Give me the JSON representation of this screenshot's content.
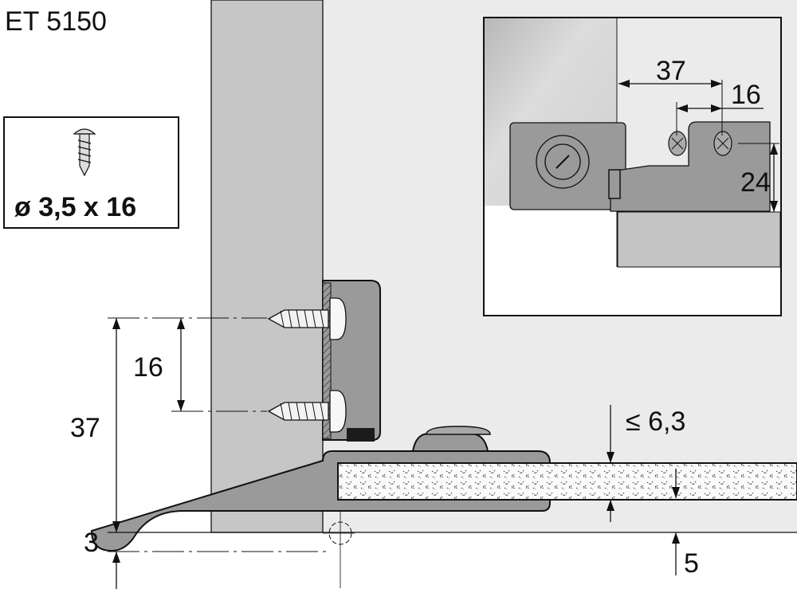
{
  "title": "ET 5150",
  "screw_spec": {
    "label": "ø 3,5 x 16",
    "icon": "screw-icon"
  },
  "side_view": {
    "dim_total": "37",
    "dim_spacing": "16",
    "dim_offset": "3",
    "dim_panel_thickness": "≤ 6,3",
    "dim_bottom": "5"
  },
  "inset_view": {
    "dim_total": "37",
    "dim_spacing": "16",
    "dim_height": "24"
  },
  "colors": {
    "panel": "#c6c6c6",
    "background": "#ebebeb",
    "bracket": "#9a9a9a",
    "line": "#111111"
  }
}
